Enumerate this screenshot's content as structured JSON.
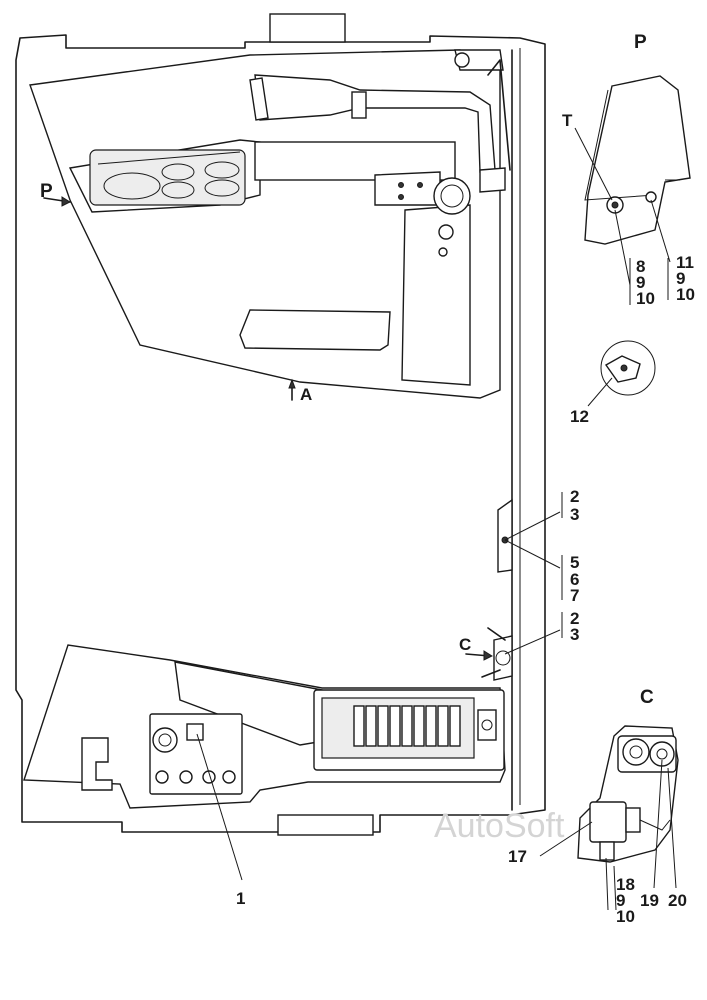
{
  "labels": {
    "view_p": "P",
    "view_c": "C",
    "callout_t": "T",
    "arrow_p": "P",
    "arrow_a": "A",
    "arrow_c": "C",
    "n1": "1",
    "n2a": "2",
    "n3a": "3",
    "n5": "5",
    "n6": "6",
    "n7": "7",
    "n2b": "2",
    "n3b": "3",
    "p8": "8",
    "p9a": "9",
    "p10a": "10",
    "p11": "11",
    "p9b": "9",
    "p10b": "10",
    "n12": "12",
    "n17": "17",
    "n18": "18",
    "n9c": "9",
    "n10c": "10",
    "n19": "19",
    "n20": "20"
  },
  "watermark": "AutoSoft"
}
